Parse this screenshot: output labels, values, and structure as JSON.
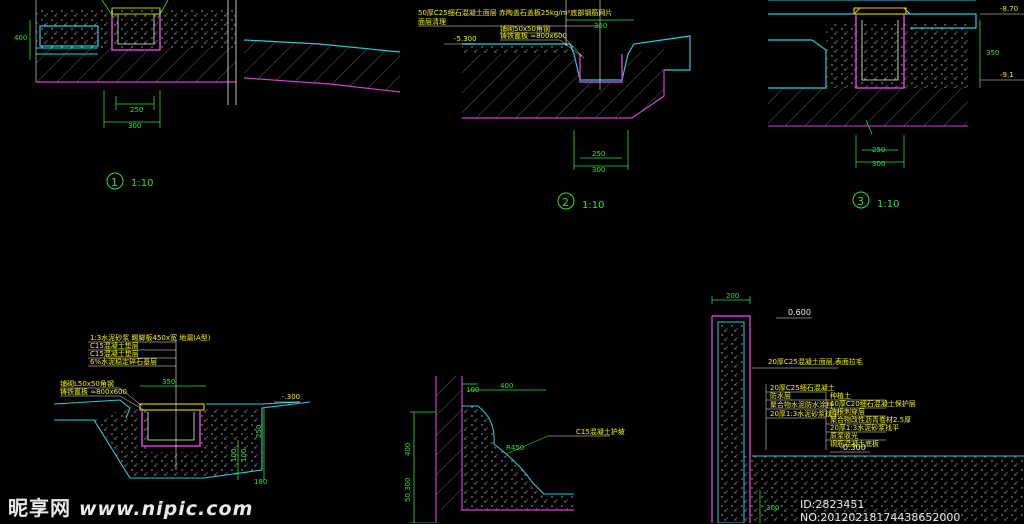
{
  "watermark": {
    "brand": "昵享网",
    "site": "www.nipic.com"
  },
  "image_id": "ID:2823451 NO:20120218174438652000",
  "details": [
    {
      "num": "1",
      "scale": "1:10",
      "dims": [
        "250",
        "300"
      ],
      "side": "400"
    },
    {
      "num": "2",
      "scale": "1:10",
      "dims": [
        "350",
        "250",
        "300"
      ],
      "notes": [
        "50厚C25细石混凝土面层 赤陶盖石盖板25kg/m²底部钢筋网片",
        "面层清理",
        "铺砌50x50角钢",
        "铸铁篦板 ≈800x600"
      ],
      "level": "-5.300"
    },
    {
      "num": "3",
      "scale": "1:10",
      "dims": [
        "250",
        "300",
        "350"
      ],
      "level_top": "-8.70",
      "level_bottom": "-9.1"
    },
    {
      "dims": [
        "350",
        "250",
        "180",
        "100",
        "100"
      ],
      "notes": [
        "1:3水泥砂浆 踢脚板450x宽 地漏(A型)",
        "C15混凝土垫层",
        "C15混凝土垫层",
        "6%水泥稳定碎石基层"
      ],
      "labels": [
        "铺砌L50x50角钢",
        "铸铁篦板 ≈800x600"
      ],
      "level": "-.300"
    },
    {
      "dims": [
        "400",
        "100",
        "400",
        "50,300"
      ],
      "notes": [
        "C15混凝土护坡"
      ],
      "radius": "R450"
    },
    {
      "dims": [
        "200",
        "300"
      ],
      "level_top": "0.600",
      "level_bottom": "-0.300",
      "notes_top": "20厚C25混凝土面层,表面拉毛",
      "notes_left": [
        "20厚C25细石混凝土",
        "防水层",
        "聚合物水泥防水涂料",
        "20厚1:3水泥砂浆找平"
      ],
      "notes_right": [
        "种植土",
        "40厚C20细石混凝土保护层",
        "防根刺穿层",
        "聚合物改性沥青卷材2.5厚",
        "20厚1:3水泥砂浆找平",
        "原浆收光",
        "钢筋混凝土底板"
      ]
    }
  ]
}
